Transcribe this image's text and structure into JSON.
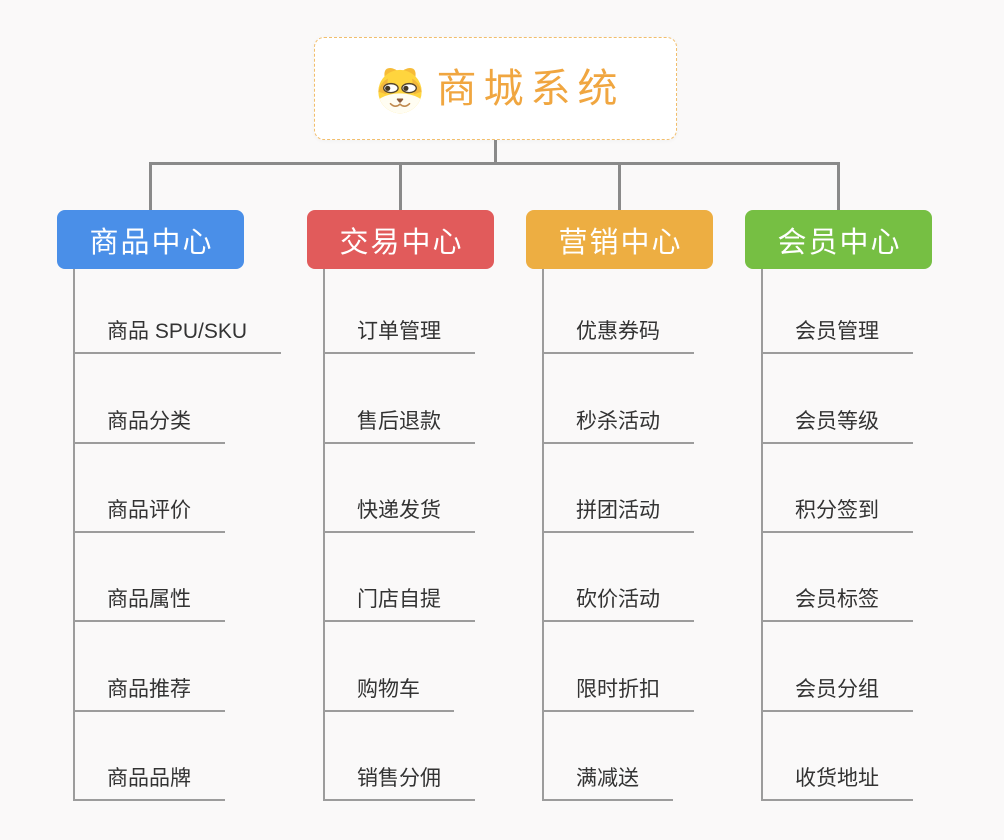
{
  "root": {
    "title": "商城系统",
    "icon": "dog-face-icon",
    "accent_color": "#F0A640",
    "border_color": "#F2BE6C"
  },
  "canvas": {
    "background_color": "#FAF9F9",
    "connector_color": "#8A8A8A"
  },
  "branches": [
    {
      "label": "商品中心",
      "color": "#4A8FE8",
      "items": [
        "商品 SPU/SKU",
        "商品分类",
        "商品评价",
        "商品属性",
        "商品推荐",
        "商品品牌"
      ]
    },
    {
      "label": "交易中心",
      "color": "#E15B5B",
      "items": [
        "订单管理",
        "售后退款",
        "快递发货",
        "门店自提",
        "购物车",
        "销售分佣"
      ]
    },
    {
      "label": "营销中心",
      "color": "#EDAE42",
      "items": [
        "优惠券码",
        "秒杀活动",
        "拼团活动",
        "砍价活动",
        "限时折扣",
        "满减送"
      ]
    },
    {
      "label": "会员中心",
      "color": "#76BF43",
      "items": [
        "会员管理",
        "会员等级",
        "积分签到",
        "会员标签",
        "会员分组",
        "收货地址"
      ]
    }
  ]
}
